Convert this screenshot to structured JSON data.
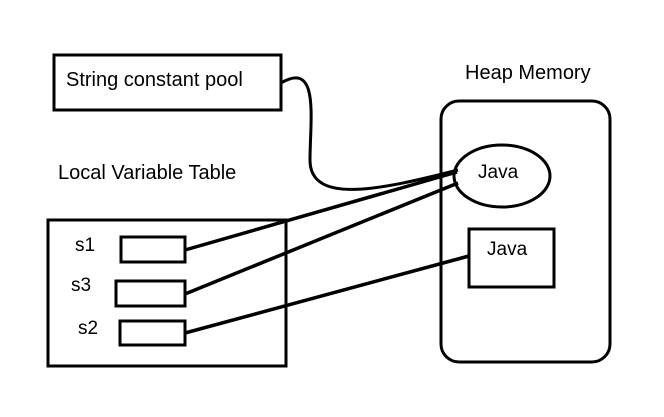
{
  "string_pool": {
    "label": "String constant pool"
  },
  "heap": {
    "label": "Heap Memory",
    "pool_object": "Java",
    "heap_object": "Java"
  },
  "local_table": {
    "label": "Local Variable Table",
    "vars": [
      "s1",
      "s3",
      "s2"
    ]
  },
  "colors": {
    "stroke": "#000000",
    "background": "#ffffff"
  }
}
